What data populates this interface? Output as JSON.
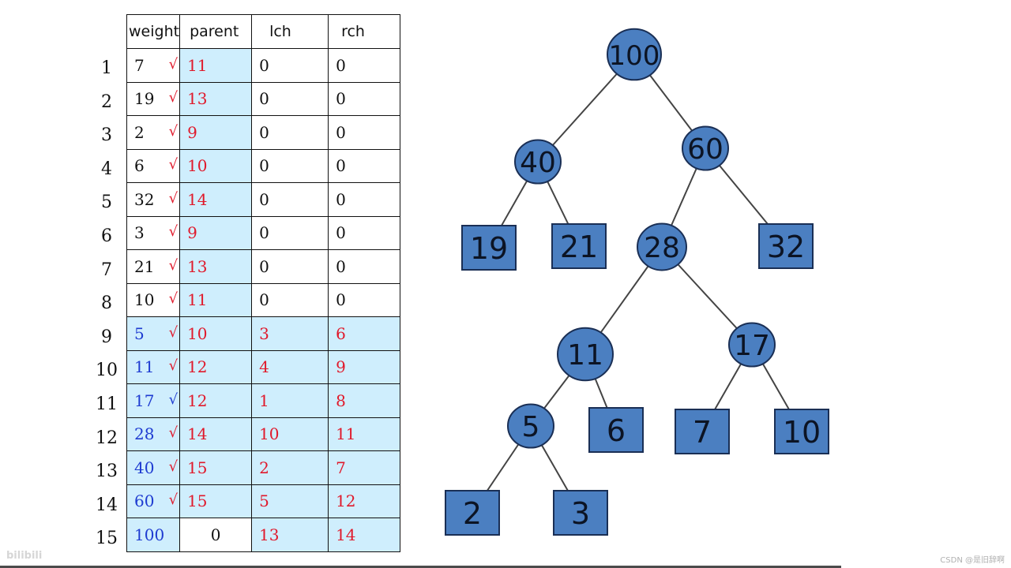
{
  "table": {
    "headers": [
      "weight",
      "parent",
      "lch",
      "rch"
    ],
    "rows": [
      {
        "n": "1",
        "w": "7",
        "p": "11",
        "l": "0",
        "r": "0",
        "mark": "√"
      },
      {
        "n": "2",
        "w": "19",
        "p": "13",
        "l": "0",
        "r": "0",
        "mark": "√"
      },
      {
        "n": "3",
        "w": "2",
        "p": "9",
        "l": "0",
        "r": "0",
        "mark": "√"
      },
      {
        "n": "4",
        "w": "6",
        "p": "10",
        "l": "0",
        "r": "0",
        "mark": "√"
      },
      {
        "n": "5",
        "w": "32",
        "p": "14",
        "l": "0",
        "r": "0",
        "mark": "√"
      },
      {
        "n": "6",
        "w": "3",
        "p": "9",
        "l": "0",
        "r": "0",
        "mark": "√"
      },
      {
        "n": "7",
        "w": "21",
        "p": "13",
        "l": "0",
        "r": "0",
        "mark": "√"
      },
      {
        "n": "8",
        "w": "10",
        "p": "11",
        "l": "0",
        "r": "0",
        "mark": "√"
      },
      {
        "n": "9",
        "w": "5",
        "p": "10",
        "l": "3",
        "r": "6",
        "mark": "√"
      },
      {
        "n": "10",
        "w": "11",
        "p": "12",
        "l": "4",
        "r": "9",
        "mark": "√"
      },
      {
        "n": "11",
        "w": "17",
        "p": "12",
        "l": "1",
        "r": "8",
        "mark": "√"
      },
      {
        "n": "12",
        "w": "28",
        "p": "14",
        "l": "10",
        "r": "11",
        "mark": "√"
      },
      {
        "n": "13",
        "w": "40",
        "p": "15",
        "l": "2",
        "r": "7",
        "mark": "√"
      },
      {
        "n": "14",
        "w": "60",
        "p": "15",
        "l": "5",
        "r": "12",
        "mark": "√"
      },
      {
        "n": "15",
        "w": "100",
        "p": "0",
        "l": "13",
        "r": "14",
        "mark": ""
      }
    ]
  },
  "tree": {
    "internal_nodes": [
      "100",
      "40",
      "60",
      "28",
      "11",
      "17",
      "5"
    ],
    "leaf_nodes": [
      "19",
      "21",
      "32",
      "6",
      "7",
      "10",
      "2",
      "3"
    ],
    "edges": [
      [
        "100",
        "40"
      ],
      [
        "100",
        "60"
      ],
      [
        "40",
        "19"
      ],
      [
        "40",
        "21"
      ],
      [
        "60",
        "28"
      ],
      [
        "60",
        "32"
      ],
      [
        "28",
        "11"
      ],
      [
        "28",
        "17"
      ],
      [
        "11",
        "5"
      ],
      [
        "11",
        "6"
      ],
      [
        "17",
        "7"
      ],
      [
        "17",
        "10"
      ],
      [
        "5",
        "2"
      ],
      [
        "5",
        "3"
      ]
    ]
  },
  "colors": {
    "node_fill": "#4b7fc1",
    "node_stroke": "#1a2f55",
    "highlight": "#cfeefd",
    "red": "#e0192b",
    "blue": "#1e3bd1"
  },
  "footer": "CSDN @是旧辞啊",
  "watermark": "bilibili"
}
